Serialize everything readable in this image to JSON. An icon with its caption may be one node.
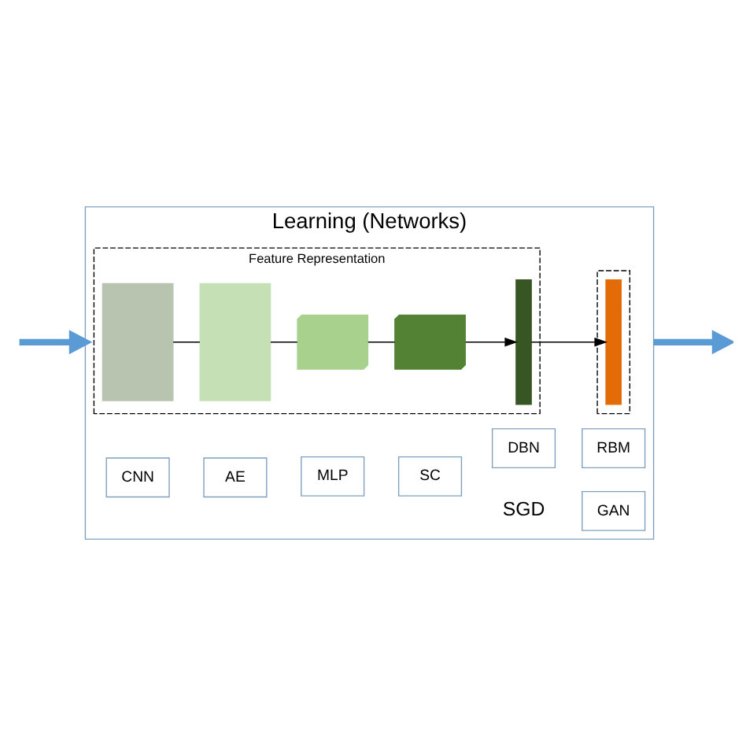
{
  "diagram": {
    "nodes": [
      {
        "text": [
          "Learning (Networks)"
        ]
      },
      {
        "text": [
          "Feature Representation"
        ],
        "in": 0
      },
      {
        "text": [],
        "shape": "box",
        "in": 1
      },
      {
        "text": [],
        "shape": "box",
        "in": 1
      },
      {
        "text": [],
        "shape": "cube",
        "in": 1
      },
      {
        "text": [],
        "shape": "cube",
        "in": 1
      },
      {
        "text": [],
        "shape": "bar",
        "in": 1
      },
      {
        "text": [],
        "shape": "box",
        "in": 0
      },
      {
        "text": [],
        "shape": "bar",
        "in": 7
      },
      {
        "text": [
          "AE"
        ],
        "in": 0
      },
      {
        "text": [
          "SC"
        ],
        "in": 0
      },
      {
        "text": [
          "RBM"
        ],
        "in": 0
      },
      {
        "text": [
          "CNN"
        ],
        "in": 0
      },
      {
        "text": [
          "MLP"
        ],
        "in": 0
      },
      {
        "text": [
          "DBN"
        ],
        "in": 0
      },
      {
        "text": [
          "GAN"
        ],
        "in": 0
      }
    ],
    "edges": [
      {
        "from": 0,
        "to": null,
        "arrow": "to",
        "style": "thick",
        "color": "#5b9bd5"
      },
      {
        "from": 2,
        "to": 3,
        "arrow": "none"
      },
      {
        "from": 3,
        "to": 4,
        "arrow": "none"
      },
      {
        "from": 4,
        "to": 5,
        "arrow": "none"
      },
      {
        "from": 5,
        "to": 6,
        "arrow": "to"
      },
      {
        "from": 6,
        "to": 8,
        "arrow": "to"
      },
      {
        "from": null,
        "to": 0,
        "arrow": "to",
        "style": "thick",
        "color": "#5b9bd5"
      }
    ],
    "labels": [
      "SGD"
    ]
  }
}
